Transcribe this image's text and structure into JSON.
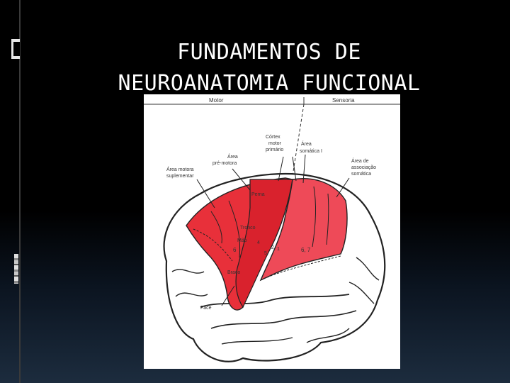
{
  "slide": {
    "title": "FUNDAMENTOS DE\nNEUROANATOMIA FUNCIONAL"
  },
  "figure": {
    "header_left": "Motor",
    "header_right": "Sensoria",
    "label_cortex_motor_1": "Córtex",
    "label_cortex_motor_2": "motor",
    "label_cortex_motor_3": "primário",
    "label_premotor_1": "Área",
    "label_premotor_2": "pré-motora",
    "label_somatic_1": "Área",
    "label_somatic_2": "somática I",
    "label_supplementary_1": "Área motora",
    "label_supplementary_2": "suplementar",
    "label_association_1": "Área de",
    "label_association_2": "associação",
    "label_association_3": "somática",
    "label_perna": "Perna",
    "label_tronco": "Tronco",
    "label_mao": "Mão",
    "label_braco": "Braço",
    "label_face": "Face",
    "label_num_4": "4",
    "label_num_6": "6",
    "label_num_5": "5",
    "label_num_2": "2,",
    "label_num_1": "1",
    "label_num_67": "6, 7",
    "colors": {
      "motor_red": "#e8303a",
      "sensory_red": "#ee4a58",
      "outline": "#222222"
    }
  }
}
